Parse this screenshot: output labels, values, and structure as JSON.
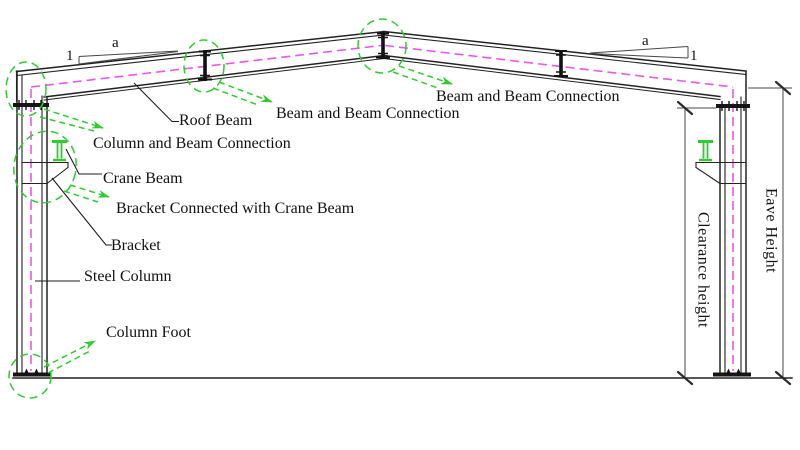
{
  "diagram": {
    "labels": {
      "roof_beam": "Roof Beam",
      "beam_and_beam_connection_left": "Beam and Beam Connection",
      "beam_and_beam_connection_right": "Beam and Beam Connection",
      "column_and_beam_connection": "Column and Beam Connection",
      "crane_beam": "Crane Beam",
      "bracket_connected_with_crane_beam": "Bracket Connected with Crane Beam",
      "bracket": "Bracket",
      "steel_column": "Steel Column",
      "column_foot": "Column Foot",
      "clearance_height": "Clearance height",
      "eave_height": "Eave Height"
    },
    "slope_marker_left": {
      "run": "a",
      "rise": "1"
    },
    "slope_marker_right": {
      "run": "a",
      "rise": "1"
    },
    "colors": {
      "structure": "#222222",
      "centerline": "#ee55ee",
      "highlight": "#2ecc2e",
      "dimension": "#474747",
      "text": "#111111",
      "background": "#ffffff"
    }
  }
}
